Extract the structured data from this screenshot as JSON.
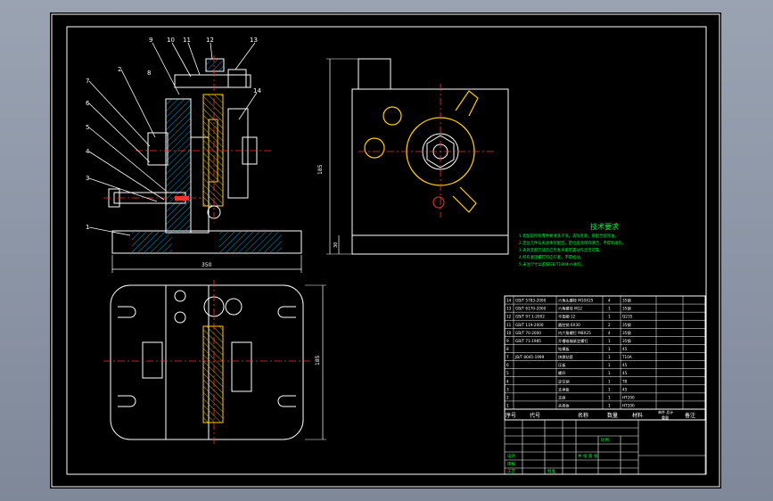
{
  "drawing": {
    "tech_title": "技术要求",
    "tech_lines": [
      "1.装配前所有零件要清洗干净，去除毛刺，各配合面涂油。",
      "2.定位元件与夹具体装配后，定位面须保持清洁，不得有碰伤。",
      "3.夹具装配完成后应检查夹紧装置动作灵活可靠。",
      "4.所有紧固螺钉均应拧紧，不得松动。",
      "5.未注尺寸公差按GB/T1804-m执行。"
    ],
    "balloons": [
      "1",
      "2",
      "3",
      "4",
      "5",
      "6",
      "7",
      "8",
      "9",
      "10",
      "11",
      "12",
      "13",
      "14"
    ],
    "dims": {
      "base_width": "350",
      "plan_height": "185",
      "side_height": "185",
      "side_base": "30"
    },
    "bom_rows": [
      {
        "no": "14",
        "code": "GB/T 5783-2000",
        "name": "六角头螺栓 M10X25",
        "qty": "4",
        "material": "35钢"
      },
      {
        "no": "13",
        "code": "GB/T 6170-2000",
        "name": "六角螺母 M12",
        "qty": "1",
        "material": "35钢"
      },
      {
        "no": "12",
        "code": "GB/T 97.1-2002",
        "name": "平垫圈 12",
        "qty": "1",
        "material": "Q235"
      },
      {
        "no": "11",
        "code": "GB/T 119-2000",
        "name": "圆柱销 6X30",
        "qty": "2",
        "material": "35钢"
      },
      {
        "no": "10",
        "code": "GB/T 70-2000",
        "name": "内六角螺钉 M8X25",
        "qty": "4",
        "material": "35钢"
      },
      {
        "no": "9",
        "code": "GB/T 71-1985",
        "name": "开槽锥端紧定螺钉",
        "qty": "1",
        "material": "35钢"
      },
      {
        "no": "8",
        "code": "",
        "name": "钻模板",
        "qty": "1",
        "material": "45"
      },
      {
        "no": "7",
        "code": "JB/T 8045-1999",
        "name": "快换钻套",
        "qty": "1",
        "material": "T10A"
      },
      {
        "no": "6",
        "code": "",
        "name": "压板",
        "qty": "1",
        "material": "45"
      },
      {
        "no": "5",
        "code": "",
        "name": "螺杆",
        "qty": "1",
        "material": "45"
      },
      {
        "no": "4",
        "code": "",
        "name": "定位销",
        "qty": "1",
        "material": "T8"
      },
      {
        "no": "3",
        "code": "",
        "name": "支承板",
        "qty": "1",
        "material": "45"
      },
      {
        "no": "2",
        "code": "",
        "name": "支座",
        "qty": "1",
        "material": "HT200"
      },
      {
        "no": "1",
        "code": "",
        "name": "夹具体",
        "qty": "1",
        "material": "HT200"
      }
    ],
    "bom_header": {
      "no": "序号",
      "code": "代号",
      "name": "名称",
      "qty": "数量",
      "material": "材料",
      "weight": "单件 总计",
      "mass": "重量",
      "remark": "备注"
    },
    "title_block": {
      "design": "设计",
      "check": "审核",
      "process": "工艺",
      "approve": "批准",
      "scale": "比例",
      "sheet": "共 张 第 张"
    }
  }
}
